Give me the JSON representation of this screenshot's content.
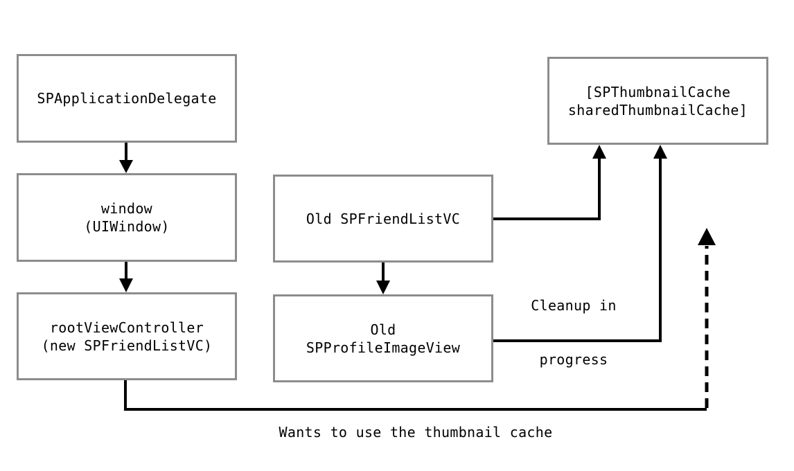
{
  "boxes": {
    "app_delegate": {
      "lines": [
        "SPApplicationDelegate"
      ]
    },
    "window": {
      "lines": [
        "window",
        "(UIWindow)"
      ]
    },
    "root_vc": {
      "lines": [
        "rootViewController",
        "(new SPFriendListVC)"
      ]
    },
    "old_friend_list": {
      "lines": [
        "Old SPFriendListVC"
      ]
    },
    "old_profile_image": {
      "lines": [
        "Old",
        "SPProfileImageView"
      ]
    },
    "thumbnail_cache": {
      "lines": [
        "[SPThumbnailCache",
        "sharedThumbnailCache]"
      ]
    }
  },
  "labels": {
    "cleanup": [
      "Cleanup in",
      "progress"
    ],
    "wants": "Wants to use the thumbnail cache"
  },
  "colors": {
    "box_border": "#8c8c8c",
    "line": "#000000",
    "background": "#ffffff"
  }
}
